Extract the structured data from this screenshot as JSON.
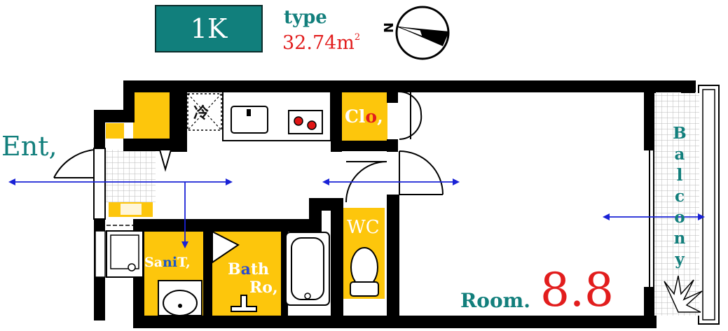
{
  "header": {
    "layout_type": "1K",
    "type_word": "type",
    "area_value": "32.74",
    "area_unit": "m",
    "area_unit_sup": "2"
  },
  "compass": {
    "north_letter": "N"
  },
  "labels": {
    "entrance": "Ent,",
    "fridge": "冷",
    "closet_prefix": "Cl",
    "closet_mid": "o",
    "closet_suffix": ",",
    "wc": "WC",
    "sanitary_prefix": "Sa",
    "sanitary_mid": "ni",
    "sanitary_suffix": "T,",
    "bath_prefix": "B",
    "bath_mid": "a",
    "bath_suffix": "th",
    "bath_room": "Ro,",
    "room_word": "Room.",
    "room_size": "8.8",
    "balcony_letters": [
      "B",
      "a",
      "l",
      "c",
      "o",
      "n",
      "y"
    ]
  },
  "colors": {
    "accent_teal": "#117f7c",
    "room_fill_yellow": "#fdc60c",
    "wall_black": "#000000",
    "arrow_blue": "#1a22d6",
    "size_red": "#e21d1d"
  }
}
